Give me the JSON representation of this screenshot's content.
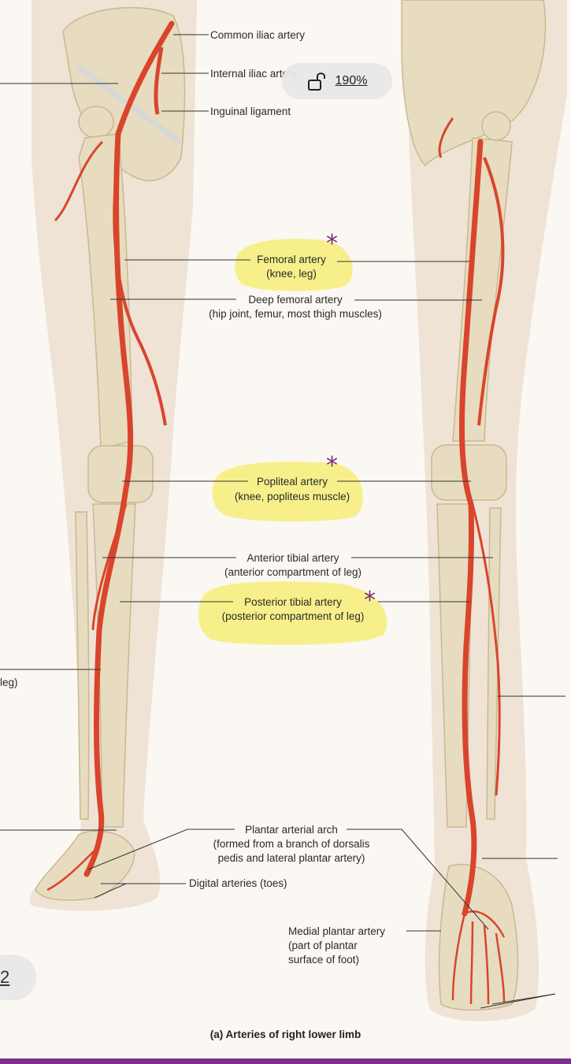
{
  "viewer": {
    "zoom_label": "190%",
    "page_number": "2"
  },
  "figure": {
    "caption": "(a) Arteries of right lower limb",
    "labels": {
      "common_iliac": "Common iliac artery",
      "internal_iliac": "Internal iliac artery",
      "inguinal_ligament": "Inguinal ligament",
      "femoral": "Femoral artery",
      "femoral_note": "(knee, leg)",
      "deep_femoral": "Deep femoral artery",
      "deep_femoral_note": "(hip joint, femur, most thigh muscles)",
      "popliteal": "Popliteal artery",
      "popliteal_note": "(knee, popliteus muscle)",
      "anterior_tibial": "Anterior tibial artery",
      "anterior_tibial_note": "(anterior compartment of leg)",
      "posterior_tibial": "Posterior tibial artery",
      "posterior_tibial_note": "(posterior compartment of leg)",
      "left_cut": "leg)",
      "plantar_arch": "Plantar arterial arch",
      "plantar_arch_note_1": "(formed from a branch of dorsalis",
      "plantar_arch_note_2": "pedis and lateral plantar artery)",
      "digital": "Digital arteries (toes)",
      "medial_plantar": "Medial plantar artery",
      "medial_plantar_note_1": "(part of plantar",
      "medial_plantar_note_2": "surface of foot)"
    },
    "annotation_star": "*"
  },
  "colors": {
    "highlight": "#f7f08a",
    "artery": "#d9452c",
    "bone": "#e7dcc0",
    "skin": "#efe3d6",
    "star": "#7a2a7a",
    "accent_bar": "#7c2e88"
  }
}
